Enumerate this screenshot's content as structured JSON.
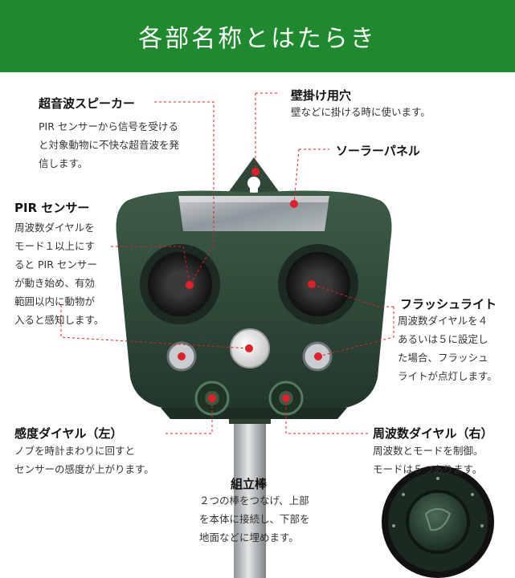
{
  "header": {
    "title": "各部名称とはたらき"
  },
  "parts": {
    "speaker": {
      "label": "超音波スピーカー",
      "lines": [
        "PIR センサーから信号を受ける",
        "と対象動物に不快な超音波を発",
        "信します。"
      ]
    },
    "hanger": {
      "label": "壁掛け用穴",
      "lines": [
        "壁などに掛ける時に使います。"
      ]
    },
    "solar": {
      "label": "ソーラーパネル"
    },
    "pir": {
      "label": "PIR センサー",
      "lines": [
        "周波数ダイヤルを",
        "モード１以上にす",
        "ると PIR センサー",
        "が動き始め、有効",
        "範囲以内に動物が",
        "入ると感知します。"
      ]
    },
    "flash": {
      "label": "フラッシュライト",
      "lines": [
        "周波数ダイヤルを４",
        "あるいは５に設定し",
        "た場合、フラッシュ",
        "ライトが点灯します。"
      ]
    },
    "sensitivity": {
      "label": "感度ダイヤル（左）",
      "lines": [
        "ノブを時計まわりに回すと",
        "センサーの感度が上がります。"
      ]
    },
    "frequency": {
      "label": "周波数ダイヤル（右）",
      "lines": [
        "周波数とモードを制御。",
        "モードは５つあります。"
      ]
    },
    "rod": {
      "label": "組立棒",
      "lines": [
        "２つの棒をつなげ、上部",
        "を本体に接続し、下部を",
        "地面などに埋めます。"
      ]
    }
  },
  "colors": {
    "header": "#1f8a2d",
    "device": "#2f4a3a",
    "marker": "#e0202a"
  }
}
